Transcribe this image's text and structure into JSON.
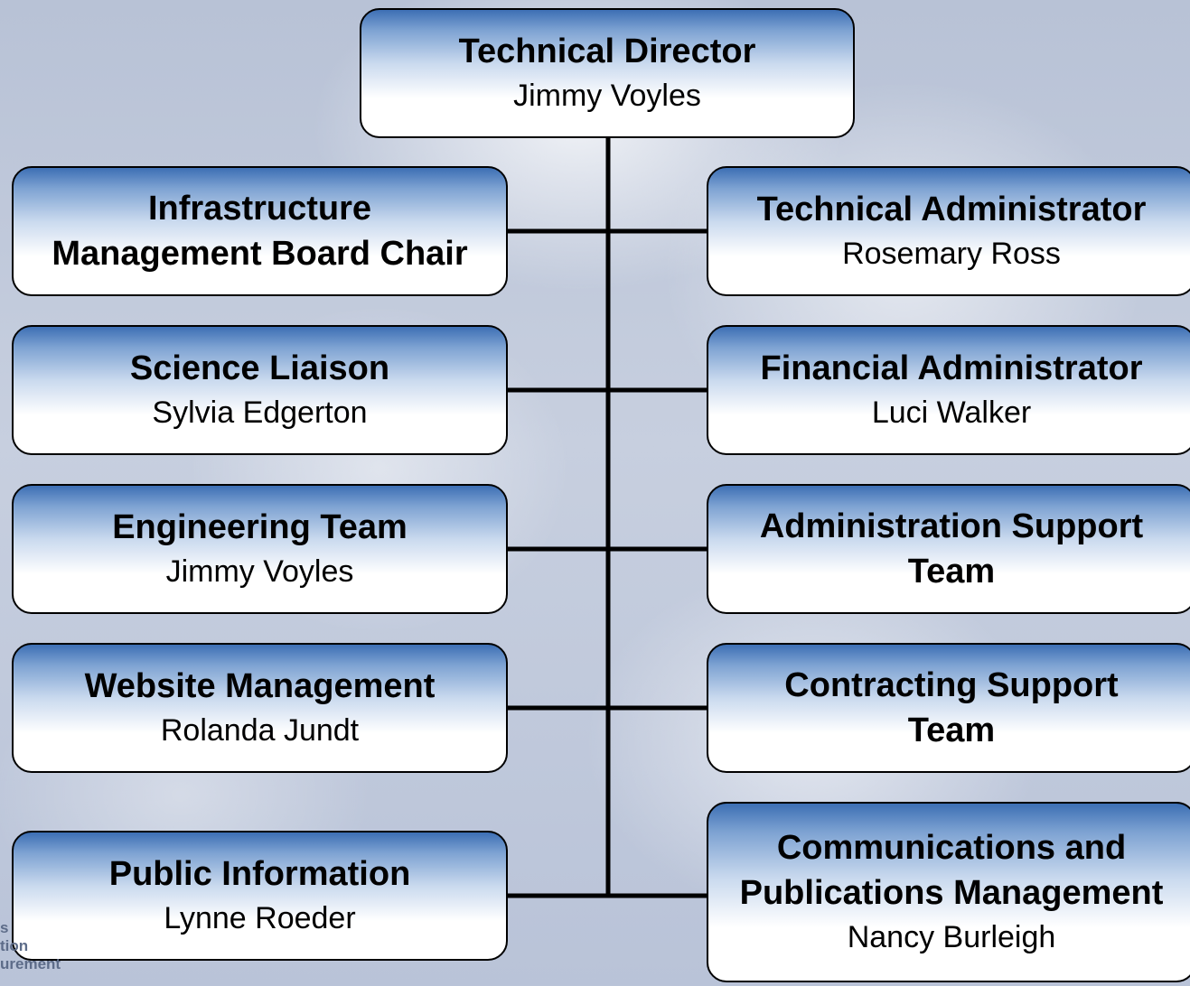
{
  "org_chart": {
    "top": {
      "title": "Technical Director",
      "person": "Jimmy Voyles"
    },
    "left": [
      {
        "title": "Infrastructure\nManagement Board Chair",
        "person": ""
      },
      {
        "title": "Science Liaison",
        "person": "Sylvia Edgerton"
      },
      {
        "title": "Engineering Team",
        "person": "Jimmy Voyles"
      },
      {
        "title": "Website Management",
        "person": "Rolanda Jundt"
      },
      {
        "title": "Public Information",
        "person": "Lynne Roeder"
      }
    ],
    "right": [
      {
        "title": "Technical Administrator",
        "person": "Rosemary Ross"
      },
      {
        "title": "Financial Administrator",
        "person": "Luci Walker"
      },
      {
        "title": "Administration Support\nTeam",
        "person": ""
      },
      {
        "title": "Contracting Support\nTeam",
        "person": ""
      },
      {
        "title": "Communications and\nPublications Management",
        "person": "Nancy Burleigh"
      }
    ]
  },
  "logo_fragment": {
    "line1": "s",
    "line2": "tion",
    "line3": "urement"
  },
  "colors": {
    "box_top": "#3d6fb4",
    "box_bottom": "#ffffff",
    "border": "#000000",
    "connector": "#000000"
  }
}
